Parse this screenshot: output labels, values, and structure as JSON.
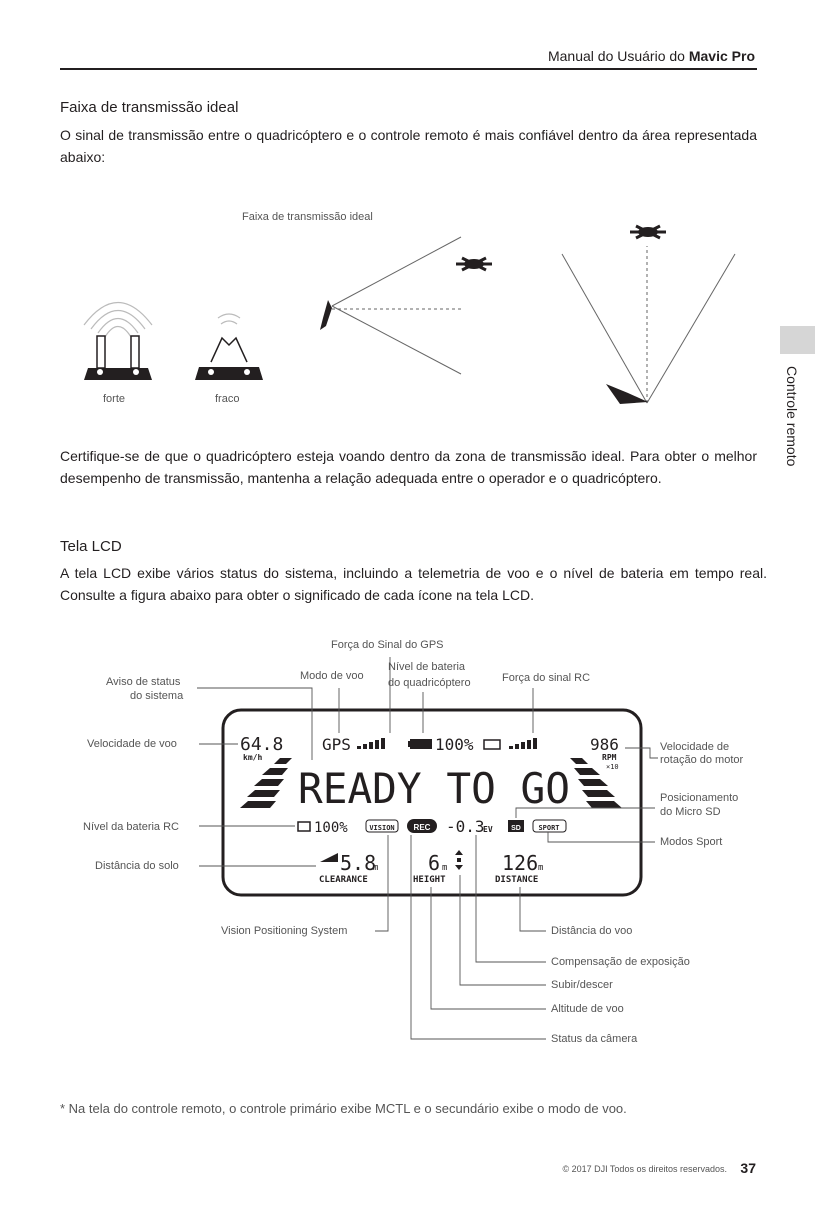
{
  "header": {
    "prefix": "Manual do Usuário do",
    "product": "Mavic Pro"
  },
  "side_tab": "Controle remoto",
  "section1": {
    "title": "Faixa de transmissão ideal",
    "text": "O sinal de transmissão entre o quadricóptero e o controle remoto é mais confiável dentro da área representada abaixo:",
    "figure_label": "Faixa de transmissão ideal",
    "strong_label": "forte",
    "weak_label": "fraco",
    "note": "Certifique-se de que o quadricóptero esteja voando dentro da zona de transmissão ideal. Para obter o melhor desempenho de transmissão, mantenha a relação adequada entre o operador e o quadricóptero."
  },
  "section2": {
    "title": "Tela LCD",
    "text": "A tela LCD exibe vários status do sistema, incluindo a telemetria de voo e o nível de bateria em tempo real.  Consulte a figura abaixo para obter o significado de cada ícone na tela LCD."
  },
  "lcd": {
    "speed": "64.8",
    "speed_unit": "km/h",
    "gps": "GPS",
    "battery": "100%",
    "rpm": "986",
    "rpm_unit": "RPM",
    "rpm_mult": "×10",
    "message": "READY TO GO",
    "rc_battery": "100%",
    "vision": "VISION",
    "rec": "REC",
    "ev": "-0.3",
    "ev_unit": "EV",
    "sd": "SD",
    "sport": "SPORT",
    "clearance": "5.8",
    "clearance_unit": "m",
    "clearance_label": "CLEARANCE",
    "height": "6",
    "height_unit": "m",
    "height_label": "HEIGHT",
    "distance": "126",
    "distance_unit": "m",
    "distance_label": "DISTANCE"
  },
  "callouts": {
    "gps_signal": "Força do Sinal do GPS",
    "status_warning_1": "Aviso de status",
    "status_warning_2": "do sistema",
    "flight_mode": "Modo de voo",
    "aircraft_battery_1": "Nível de bateria",
    "aircraft_battery_2": "do quadricóptero",
    "rc_signal": "Força do sinal RC",
    "flight_speed": "Velocidade de voo",
    "motor_speed_1": "Velocidade de",
    "motor_speed_2": "rotação do motor",
    "sd_position_1": "Posicionamento",
    "sd_position_2": "do Micro SD",
    "rc_battery": "Nível da bateria RC",
    "sport_modes": "Modos Sport",
    "ground_distance": "Distância do solo",
    "vps": "Vision Positioning System",
    "flight_distance": "Distância do voo",
    "exposure": "Compensação de exposição",
    "ascend_descend": "Subir/descer",
    "flight_altitude": "Altitude de voo",
    "camera_status": "Status da câmera"
  },
  "footnote": "* Na tela do controle remoto, o controle primário exibe MCTL e o secundário exibe o modo de voo.",
  "copyright": "© 2017 DJI Todos os direitos reservados.",
  "page_number": "37"
}
